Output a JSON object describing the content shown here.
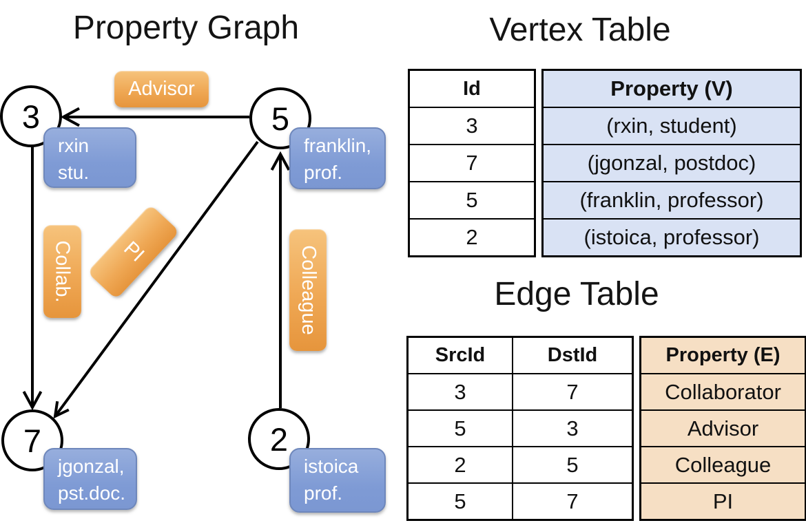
{
  "graph": {
    "title": "Property Graph",
    "nodes": [
      {
        "id": "3",
        "prop_line1": "rxin",
        "prop_line2": "stu."
      },
      {
        "id": "5",
        "prop_line1": "franklin,",
        "prop_line2": "prof."
      },
      {
        "id": "7",
        "prop_line1": "jgonzal,",
        "prop_line2": "pst.doc."
      },
      {
        "id": "2",
        "prop_line1": "istoica",
        "prop_line2": "prof."
      }
    ],
    "edge_labels": {
      "advisor": "Advisor",
      "collab": "Collab.",
      "pi": "PI",
      "colleague": "Colleague"
    }
  },
  "vertex_table": {
    "title": "Vertex Table",
    "columns": {
      "id": "Id",
      "property": "Property (V)"
    },
    "rows": [
      {
        "id": "3",
        "property": "(rxin, student)"
      },
      {
        "id": "7",
        "property": "(jgonzal, postdoc)"
      },
      {
        "id": "5",
        "property": "(franklin, professor)"
      },
      {
        "id": "2",
        "property": "(istoica, professor)"
      }
    ]
  },
  "edge_table": {
    "title": "Edge Table",
    "columns": {
      "src": "SrcId",
      "dst": "DstId",
      "property": "Property (E)"
    },
    "rows": [
      {
        "src": "3",
        "dst": "7",
        "property": "Collaborator"
      },
      {
        "src": "5",
        "dst": "3",
        "property": "Advisor"
      },
      {
        "src": "2",
        "dst": "5",
        "property": "Colleague"
      },
      {
        "src": "5",
        "dst": "7",
        "property": "PI"
      }
    ]
  },
  "colors": {
    "edge_label_orange": "#efa855",
    "vertex_prop_blue": "#7f9bd5",
    "vertex_cell_fill": "#d9e2f4",
    "edge_cell_fill": "#f6dfc4",
    "line_black": "#000000"
  }
}
